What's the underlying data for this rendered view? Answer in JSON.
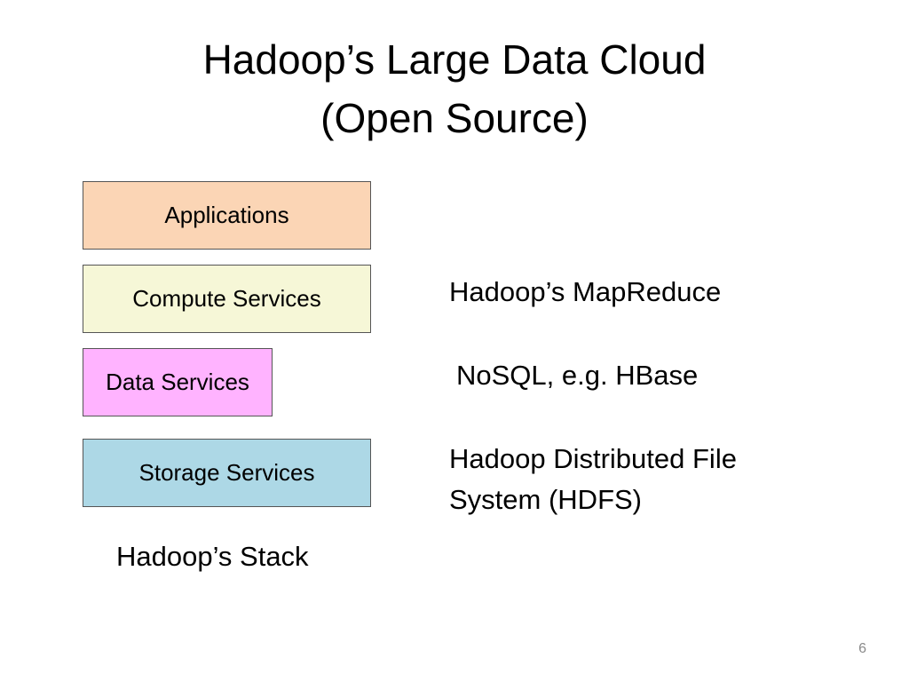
{
  "slide": {
    "title_line1": "Hadoop’s Large Data Cloud",
    "title_line2": "(Open Source)",
    "page_number": "6"
  },
  "stack": {
    "caption": "Hadoop’s Stack",
    "layers": [
      {
        "label": "Applications",
        "color": "#fbd5b5"
      },
      {
        "label": "Compute Services",
        "color": "#f6f7d7"
      },
      {
        "label": "Data Services",
        "color": "#ffb3ff"
      },
      {
        "label": "Storage Services",
        "color": "#add8e6"
      }
    ]
  },
  "implementations": {
    "compute": "Hadoop’s MapReduce",
    "data": "NoSQL, e.g. HBase",
    "storage": "Hadoop Distributed File System (HDFS)"
  }
}
